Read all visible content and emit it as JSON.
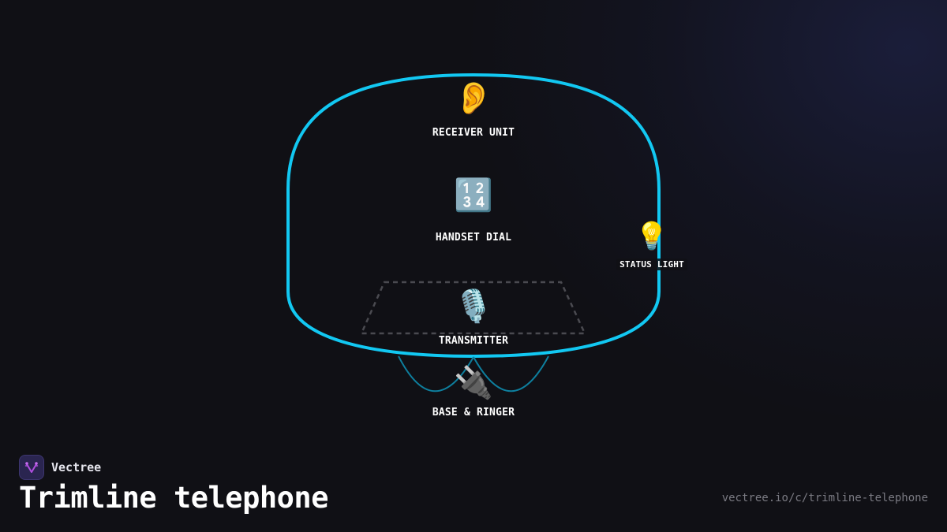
{
  "diagram": {
    "title": "Trimline telephone",
    "outline_color": "#12c8f2",
    "cord_color": "#0e7f9e",
    "zone_border_color": "#4a4a50",
    "nodes": [
      {
        "id": "receiver",
        "label": "RECEIVER UNIT",
        "icon": "ear-icon",
        "glyph": "👂"
      },
      {
        "id": "dial",
        "label": "HANDSET DIAL",
        "icon": "keycap-1234-icon",
        "glyph": "🔢"
      },
      {
        "id": "status",
        "label": "STATUS LIGHT",
        "icon": "light-bulb-icon",
        "glyph": "💡"
      },
      {
        "id": "transmitter",
        "label": "TRANSMITTER",
        "icon": "microphone-icon",
        "glyph": "🎙️"
      },
      {
        "id": "base",
        "label": "BASE & RINGER",
        "icon": "electric-plug-icon",
        "glyph": "🔌"
      }
    ]
  },
  "brand": {
    "name": "Vectree",
    "logo_color": "#b04fe0"
  },
  "footer": {
    "url": "vectree.io/c/trimline-telephone"
  }
}
